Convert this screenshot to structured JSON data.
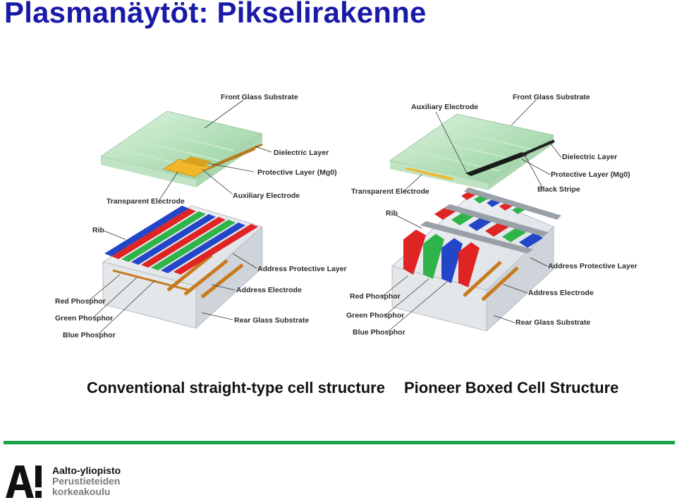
{
  "title": "Plasmanäytöt: Pikselirakenne",
  "left": {
    "caption": "Conventional straight-type cell structure",
    "labels": {
      "front_glass": "Front Glass Substrate",
      "dielectric": "Dielectric Layer",
      "protective": "Protective Layer (Mg0)",
      "auxiliary": "Auxiliary Electrode",
      "transparent": "Transparent Electrode",
      "rib": "Rib",
      "address_protective": "Address Protective Layer",
      "address_electrode": "Address Electrode",
      "red": "Red Phosphor",
      "green": "Green Phosphor",
      "blue": "Blue Phosphor",
      "rear_glass": "Rear Glass Substrate"
    }
  },
  "right": {
    "caption": "Pioneer Boxed Cell Structure",
    "labels": {
      "front_glass": "Front Glass Substrate",
      "auxiliary": "Auxiliary Electrode",
      "dielectric": "Dielectric Layer",
      "protective": "Protective Layer (Mg0)",
      "transparent": "Transparent Electrode",
      "black_stripe": "Black Stripe",
      "rib": "Rib",
      "address_protective": "Address Protective Layer",
      "address_electrode": "Address Electrode",
      "red": "Red Phosphor",
      "green": "Green Phosphor",
      "blue": "Blue Phosphor",
      "rear_glass": "Rear Glass Substrate"
    }
  },
  "footer": {
    "logo_text": "A!",
    "org_line1": "Aalto-yliopisto",
    "org_line2": "Perustieteiden",
    "org_line3": "korkeakoulu"
  },
  "colors": {
    "title": "#1a1aa8",
    "rule": "#1aa34a",
    "phosphor_red": "#e02424",
    "phosphor_green": "#2fb44a",
    "phosphor_blue": "#2346c8",
    "electrode": "#c87a1e"
  }
}
